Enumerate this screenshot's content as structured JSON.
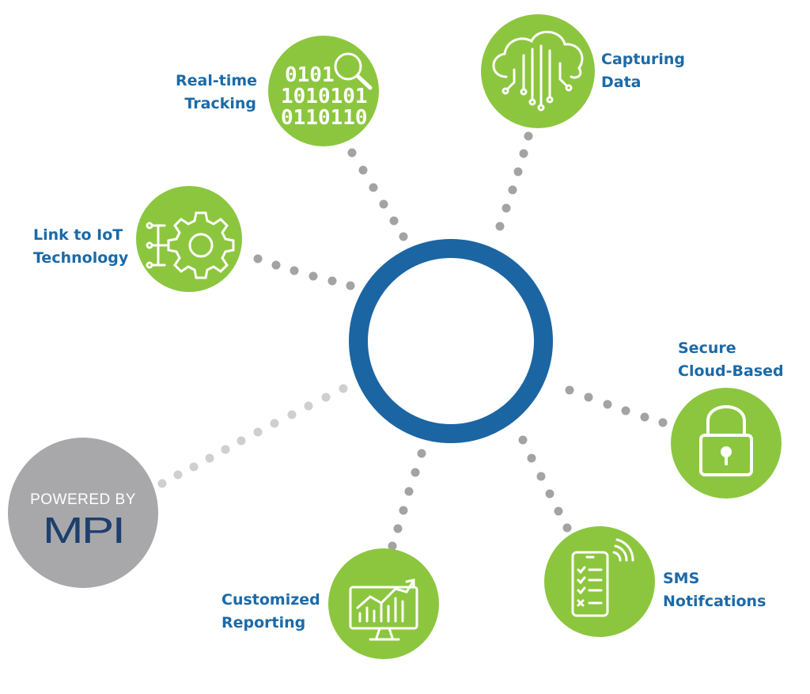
{
  "colors": {
    "node_green": "#8cc63f",
    "hub_blue": "#1b65a3",
    "label_blue": "#1b6aa8",
    "dot_gray": "#a3a3a3",
    "dot_light_gray": "#cfcfcf",
    "badge_gray": "#a8a8ab",
    "logo_navy": "#1d3f6e"
  },
  "nodes": [
    {
      "id": "realtime-tracking",
      "icon": "binary-search-icon",
      "label_lines": [
        "Real-time",
        "Tracking"
      ]
    },
    {
      "id": "capturing-data",
      "icon": "cloud-circuit-icon",
      "label_lines": [
        "Capturing",
        "Data"
      ]
    },
    {
      "id": "link-iot",
      "icon": "gear-circuit-icon",
      "label_lines": [
        "Link to IoT",
        "Technology"
      ]
    },
    {
      "id": "secure-cloud",
      "icon": "padlock-icon",
      "label_lines": [
        "Secure",
        "Cloud-Based"
      ]
    },
    {
      "id": "sms-notifications",
      "icon": "phone-checklist-icon",
      "label_lines": [
        "SMS",
        "Notifcations"
      ]
    },
    {
      "id": "customized-reporting",
      "icon": "monitor-chart-icon",
      "label_lines": [
        "Customized",
        "Reporting"
      ]
    }
  ],
  "badge": {
    "powered_by": "POWERED BY",
    "logo_text": "MPI"
  }
}
